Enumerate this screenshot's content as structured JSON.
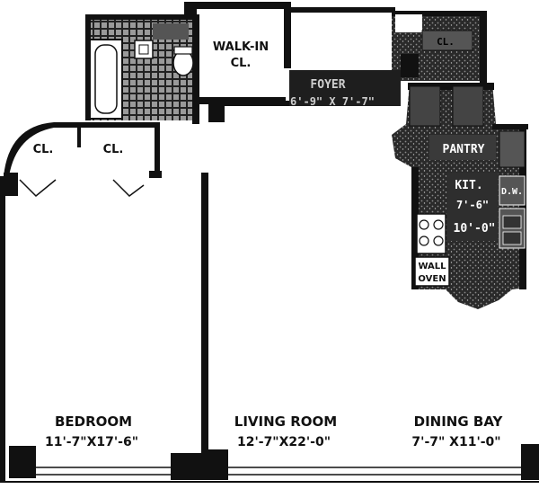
{
  "rooms": {
    "walk_in_closet": {
      "name": "WALK-IN",
      "name2": "CL."
    },
    "foyer": {
      "name": "FOYER",
      "dims": "6'-9\" X 7'-7\""
    },
    "bath_closet": {
      "name": "CL."
    },
    "bedroom_closet_left": {
      "name": "CL."
    },
    "bedroom_closet_right": {
      "name": "CL."
    },
    "pantry": {
      "name": "PANTRY"
    },
    "kitchen": {
      "name": "KIT.",
      "dims1": "7'-6\"",
      "dims2": "10'-0\""
    },
    "dishwasher": {
      "name": "D.W."
    },
    "wall_oven": {
      "name": "WALL",
      "name2": "OVEN"
    },
    "bedroom": {
      "name": "BEDROOM",
      "dims": "11'-7\"X17'-6\""
    },
    "living_room": {
      "name": "LIVING ROOM",
      "dims": "12'-7\"X22'-0\""
    },
    "dining_bay": {
      "name": "DINING BAY",
      "dims": "7'-7\" X11'-0\""
    }
  }
}
